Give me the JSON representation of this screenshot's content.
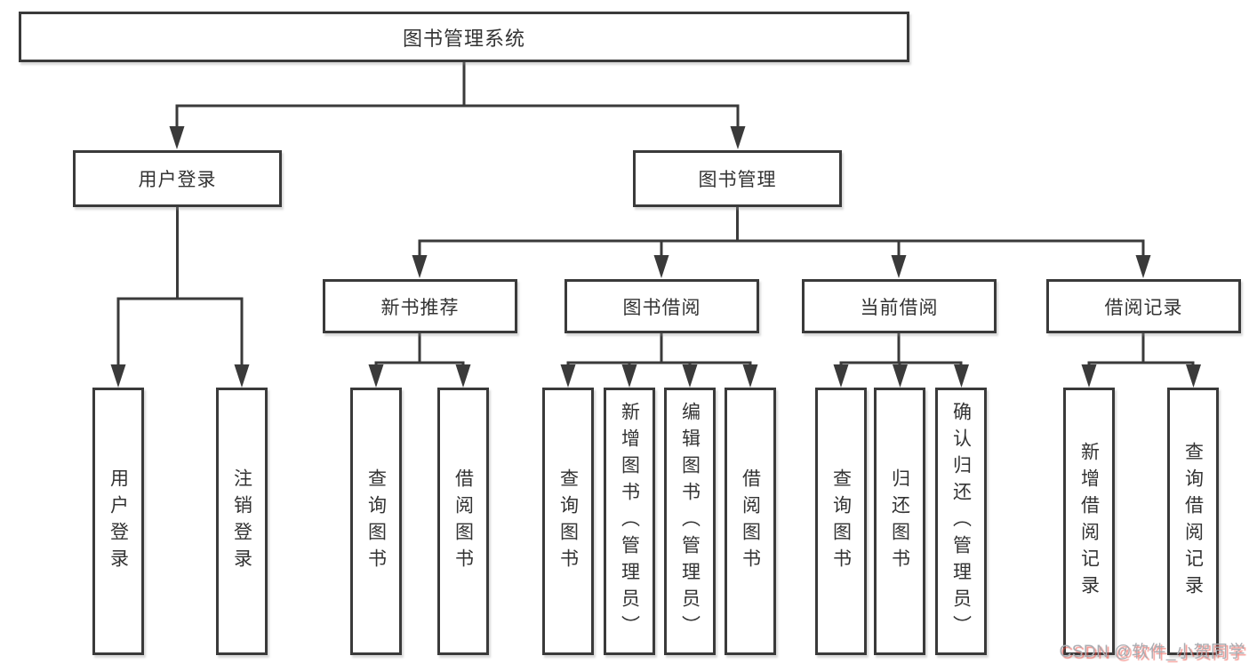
{
  "nodes": {
    "root": "图书管理系统",
    "user_login": "用户登录",
    "book_mgmt": "图书管理",
    "new_books": "新书推荐",
    "borrowing": "图书借阅",
    "current": "当前借阅",
    "records": "借阅记录"
  },
  "leaves": {
    "user_login": "用户登录",
    "logout": "注销登录",
    "nb_query": "查询图书",
    "nb_borrow": "借阅图书",
    "bw_query": "查询图书",
    "bw_add": "新增图书（管理员）",
    "bw_edit": "编辑图书（管理员）",
    "bw_borrow": "借阅图书",
    "cur_query": "查询图书",
    "cur_return": "归还图书",
    "cur_confirm": "确认归还（管理员）",
    "rec_add": "新增借阅记录",
    "rec_query": "查询借阅记录"
  },
  "hierarchy": {
    "root": "图书管理系统",
    "children": [
      {
        "label": "用户登录",
        "children": [
          "用户登录",
          "注销登录"
        ]
      },
      {
        "label": "图书管理",
        "children": [
          {
            "label": "新书推荐",
            "children": [
              "查询图书",
              "借阅图书"
            ]
          },
          {
            "label": "图书借阅",
            "children": [
              "查询图书",
              "新增图书（管理员）",
              "编辑图书（管理员）",
              "借阅图书"
            ]
          },
          {
            "label": "当前借阅",
            "children": [
              "查询图书",
              "归还图书",
              "确认归还（管理员）"
            ]
          },
          {
            "label": "借阅记录",
            "children": [
              "新增借阅记录",
              "查询借阅记录"
            ]
          }
        ]
      }
    ]
  },
  "watermark": {
    "text": "CSDN @软件_小贺同学"
  },
  "colors": {
    "line": "#3a3a3a",
    "text": "#333333",
    "box_bg": "#ffffff",
    "watermark_text": "#a9acb1",
    "watermark_accent": "#eb463c"
  }
}
